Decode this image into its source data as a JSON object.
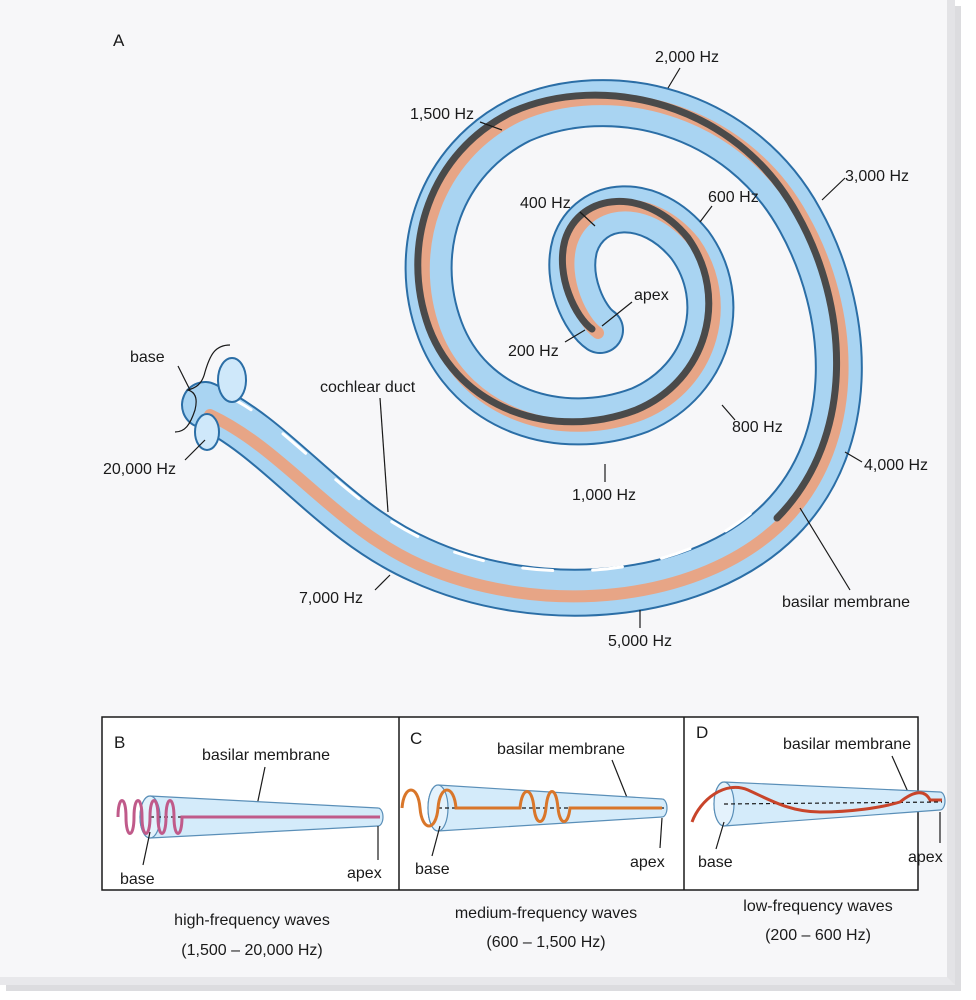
{
  "panel_a": {
    "letter": "A",
    "labels": {
      "base": "base",
      "hz_20000": "20,000 Hz",
      "cochlear_duct": "cochlear duct",
      "hz_7000": "7,000 Hz",
      "hz_5000": "5,000 Hz",
      "basilar_membrane": "basilar membrane",
      "hz_4000": "4,000 Hz",
      "hz_3000": "3,000 Hz",
      "hz_2000": "2,000 Hz",
      "hz_1500": "1,500 Hz",
      "hz_1000": "1,000 Hz",
      "hz_800": "800 Hz",
      "hz_600": "600 Hz",
      "hz_400": "400 Hz",
      "hz_200": "200 Hz",
      "apex": "apex"
    }
  },
  "panels": [
    {
      "letter": "B",
      "membrane_label": "basilar membrane",
      "base_label": "base",
      "apex_label": "apex",
      "caption_line1": "high-frequency waves",
      "caption_line2": "(1,500 – 20,000 Hz)",
      "wave_color": "#c05a8a"
    },
    {
      "letter": "C",
      "membrane_label": "basilar membrane",
      "base_label": "base",
      "apex_label": "apex",
      "caption_line1": "medium-frequency waves",
      "caption_line2": "(600 – 1,500 Hz)",
      "wave_color": "#d9762a"
    },
    {
      "letter": "D",
      "membrane_label": "basilar membrane",
      "base_label": "base",
      "apex_label": "apex",
      "caption_line1": "low-frequency waves",
      "caption_line2": "(200 – 600 Hz)",
      "wave_color": "#c8442a"
    }
  ],
  "colors": {
    "tube_fill": "#a9d4f2",
    "tube_outline": "#2b6ea6",
    "duct_color": "#e7a586",
    "membrane_dark": "#4a4a4a"
  }
}
